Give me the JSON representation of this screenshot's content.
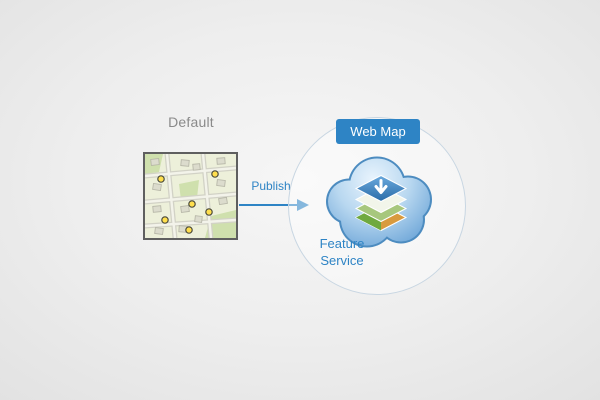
{
  "diagram": {
    "source_map": {
      "label": "Default",
      "icon": "street-map-thumbnail",
      "point_count": 6,
      "point_color": "#ffdf4d"
    },
    "publish": {
      "label": "Publish",
      "icon": "right-arrow"
    },
    "web_map": {
      "label": "Web Map"
    },
    "feature_service": {
      "label": "Feature Service",
      "icon": "cloud-with-map-layers"
    },
    "colors": {
      "accent_blue": "#2e84c5",
      "label_gray": "#8a8a8a",
      "circle_border": "#c8d6e2",
      "cloud_light": "#e6f2fc",
      "cloud_dark": "#5f9cd3",
      "background_gray": "#ececec"
    }
  }
}
